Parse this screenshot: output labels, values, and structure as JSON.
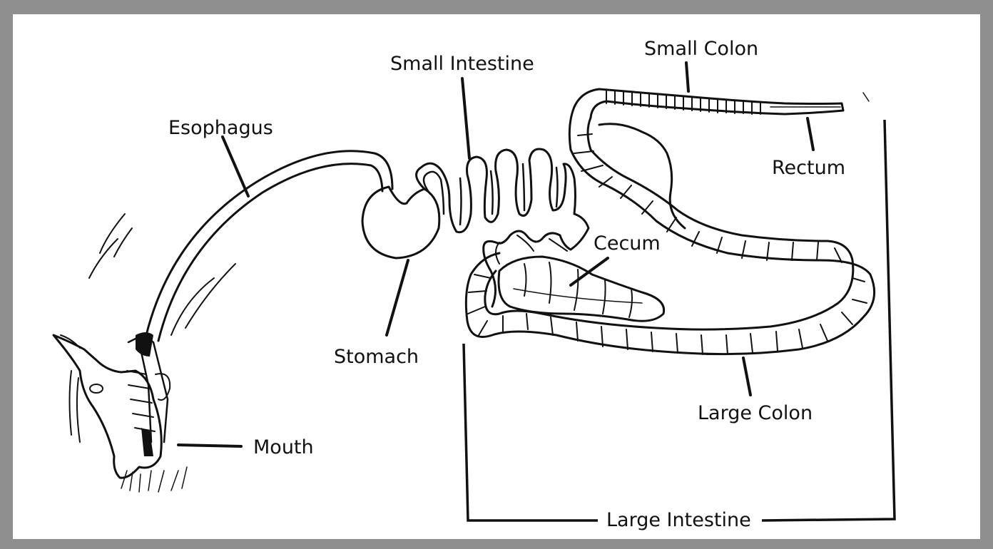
{
  "labels": {
    "esophagus": "Esophagus",
    "small_intestine": "Small Intestine",
    "small_colon": "Small Colon",
    "rectum": "Rectum",
    "cecum": "Cecum",
    "stomach": "Stomach",
    "mouth": "Mouth",
    "large_colon": "Large Colon",
    "large_intestine": "Large Intestine"
  },
  "colors": {
    "ink": "#111111",
    "frame": "#8f8f8f",
    "paper": "#ffffff"
  }
}
